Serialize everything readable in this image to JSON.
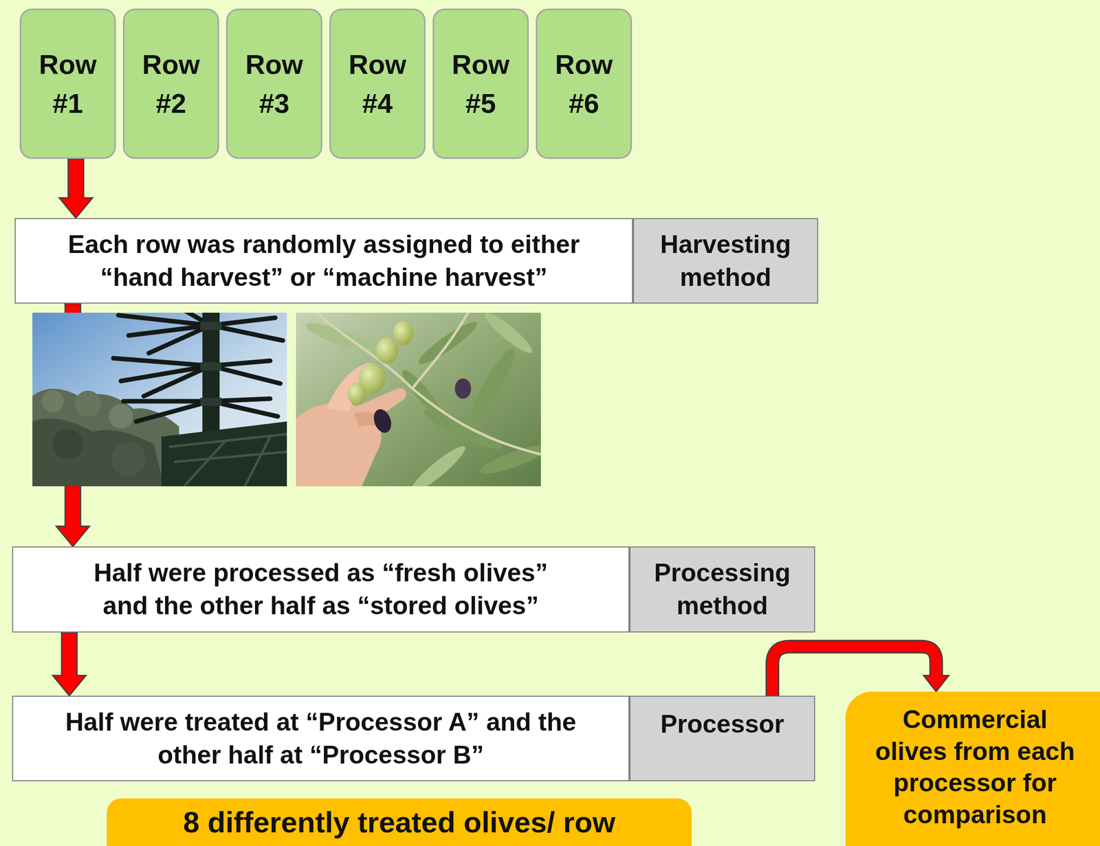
{
  "diagram": {
    "nodes": [
      {
        "text": [
          "Row #1"
        ]
      },
      {
        "text": [
          "Row #2"
        ]
      },
      {
        "text": [
          "Row #3"
        ]
      },
      {
        "text": [
          "Row #4"
        ]
      },
      {
        "text": [
          "Row #5"
        ]
      },
      {
        "text": [
          "Row #6"
        ]
      },
      {
        "text": [
          "Each row was randomly assigned to either “hand harvest” or “machine harvest”"
        ]
      },
      {
        "text": [
          "Harvesting method"
        ]
      },
      {
        "text": [
          "Half were processed as “fresh olives” and the other half as “stored olives”"
        ]
      },
      {
        "text": [
          "Processing method"
        ]
      },
      {
        "text": [
          "Half were treated at “Processor A” and the other half at “Processor B”"
        ]
      },
      {
        "text": [
          "Processor"
        ]
      },
      {
        "text": [
          "Commercial olives from each processor for comparison"
        ]
      },
      {
        "text": [
          "8 differently treated olives/ row"
        ]
      }
    ],
    "edges": [
      {
        "from": 0,
        "to": 6,
        "arrow": "to"
      },
      {
        "from": 6,
        "to": 8,
        "arrow": "to"
      },
      {
        "from": 8,
        "to": 10,
        "arrow": "to"
      },
      {
        "from": 11,
        "to": 12,
        "arrow": "to"
      }
    ]
  }
}
